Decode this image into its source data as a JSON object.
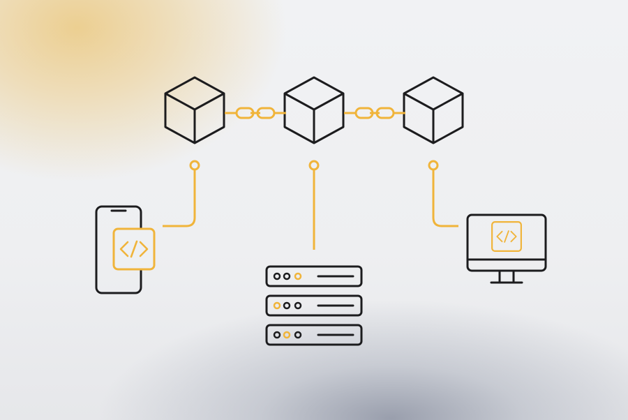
{
  "diagram": {
    "colors": {
      "ink": "#1c1c1e",
      "accent": "#f0b43a"
    },
    "nodes": [
      {
        "id": "block-1",
        "icon": "cube-icon"
      },
      {
        "id": "block-2",
        "icon": "cube-icon"
      },
      {
        "id": "block-3",
        "icon": "cube-icon"
      },
      {
        "id": "mobile-client",
        "icon": "smartphone-code-icon"
      },
      {
        "id": "server-stack",
        "icon": "server-rack-icon"
      },
      {
        "id": "desktop-client",
        "icon": "monitor-code-icon"
      }
    ],
    "edges": [
      {
        "from": "block-1",
        "to": "block-2",
        "style": "chain-link"
      },
      {
        "from": "block-2",
        "to": "block-3",
        "style": "chain-link"
      },
      {
        "from": "block-1",
        "to": "mobile-client",
        "style": "connector-line"
      },
      {
        "from": "block-2",
        "to": "server-stack",
        "style": "connector-line"
      },
      {
        "from": "block-3",
        "to": "desktop-client",
        "style": "connector-line"
      }
    ]
  }
}
